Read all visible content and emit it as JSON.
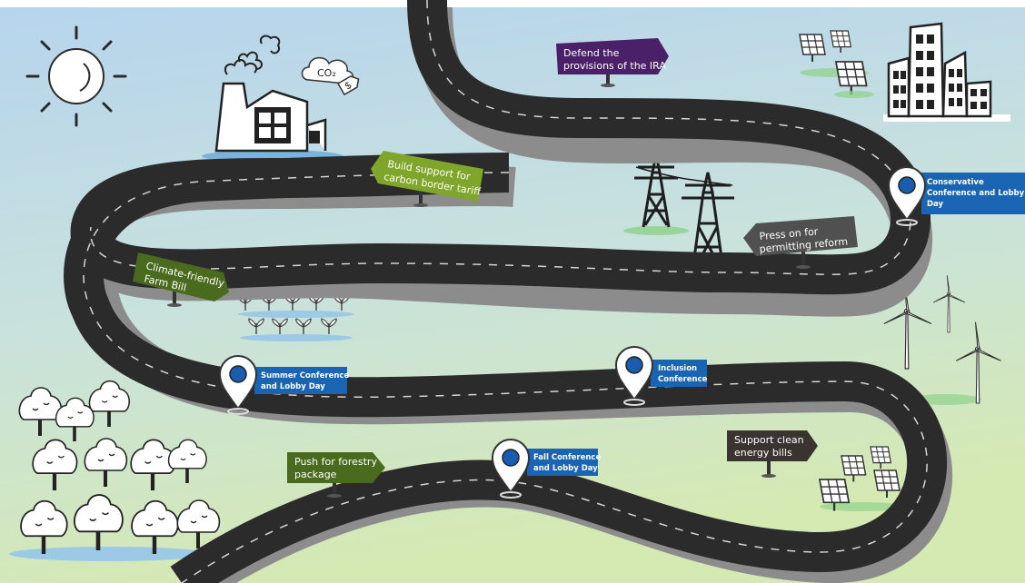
{
  "colors": {
    "sky_top": "#b8d6ee",
    "ground_bottom": "#d4e8b4",
    "road": "#2b2b2b",
    "road_shadow": "#8c8c8c",
    "purple_sign": "#4a2168",
    "green_sign": "#7fa62a",
    "olive_sign": "#4a6a1e",
    "grey_sign": "#505050",
    "dark_sign": "#3a3430",
    "pin_box": "#1a64b4"
  },
  "signs": {
    "defend_ira": [
      "Defend the",
      "provisions of the IRA"
    ],
    "carbon_tariff": [
      "Build support for",
      "carbon border tariff"
    ],
    "farm_bill": [
      "Climate-friendly",
      "Farm Bill"
    ],
    "permitting": [
      "Press on for",
      "permitting reform"
    ],
    "forestry": [
      "Push for forestry",
      "package"
    ],
    "clean_energy": [
      "Support clean",
      "energy bills"
    ]
  },
  "milestones": {
    "conservative": [
      "Conservative",
      "Conference and Lobby",
      "Day"
    ],
    "summer": [
      "Summer Conference",
      "and Lobby Day"
    ],
    "inclusion": [
      "Inclusion",
      "Conference"
    ],
    "fall": [
      "Fall Conference",
      "and Lobby Day"
    ]
  },
  "factory": {
    "cloud_text": "CO₂",
    "tag_text": "$"
  },
  "icons": [
    "sun-icon",
    "factory-icon",
    "co2-cloud-icon",
    "price-tag-icon",
    "solar-panel-icon",
    "city-buildings-icon",
    "power-tower-icon",
    "wind-turbine-icon",
    "crop-sprout-icon",
    "tree-icon",
    "location-pin-icon"
  ]
}
